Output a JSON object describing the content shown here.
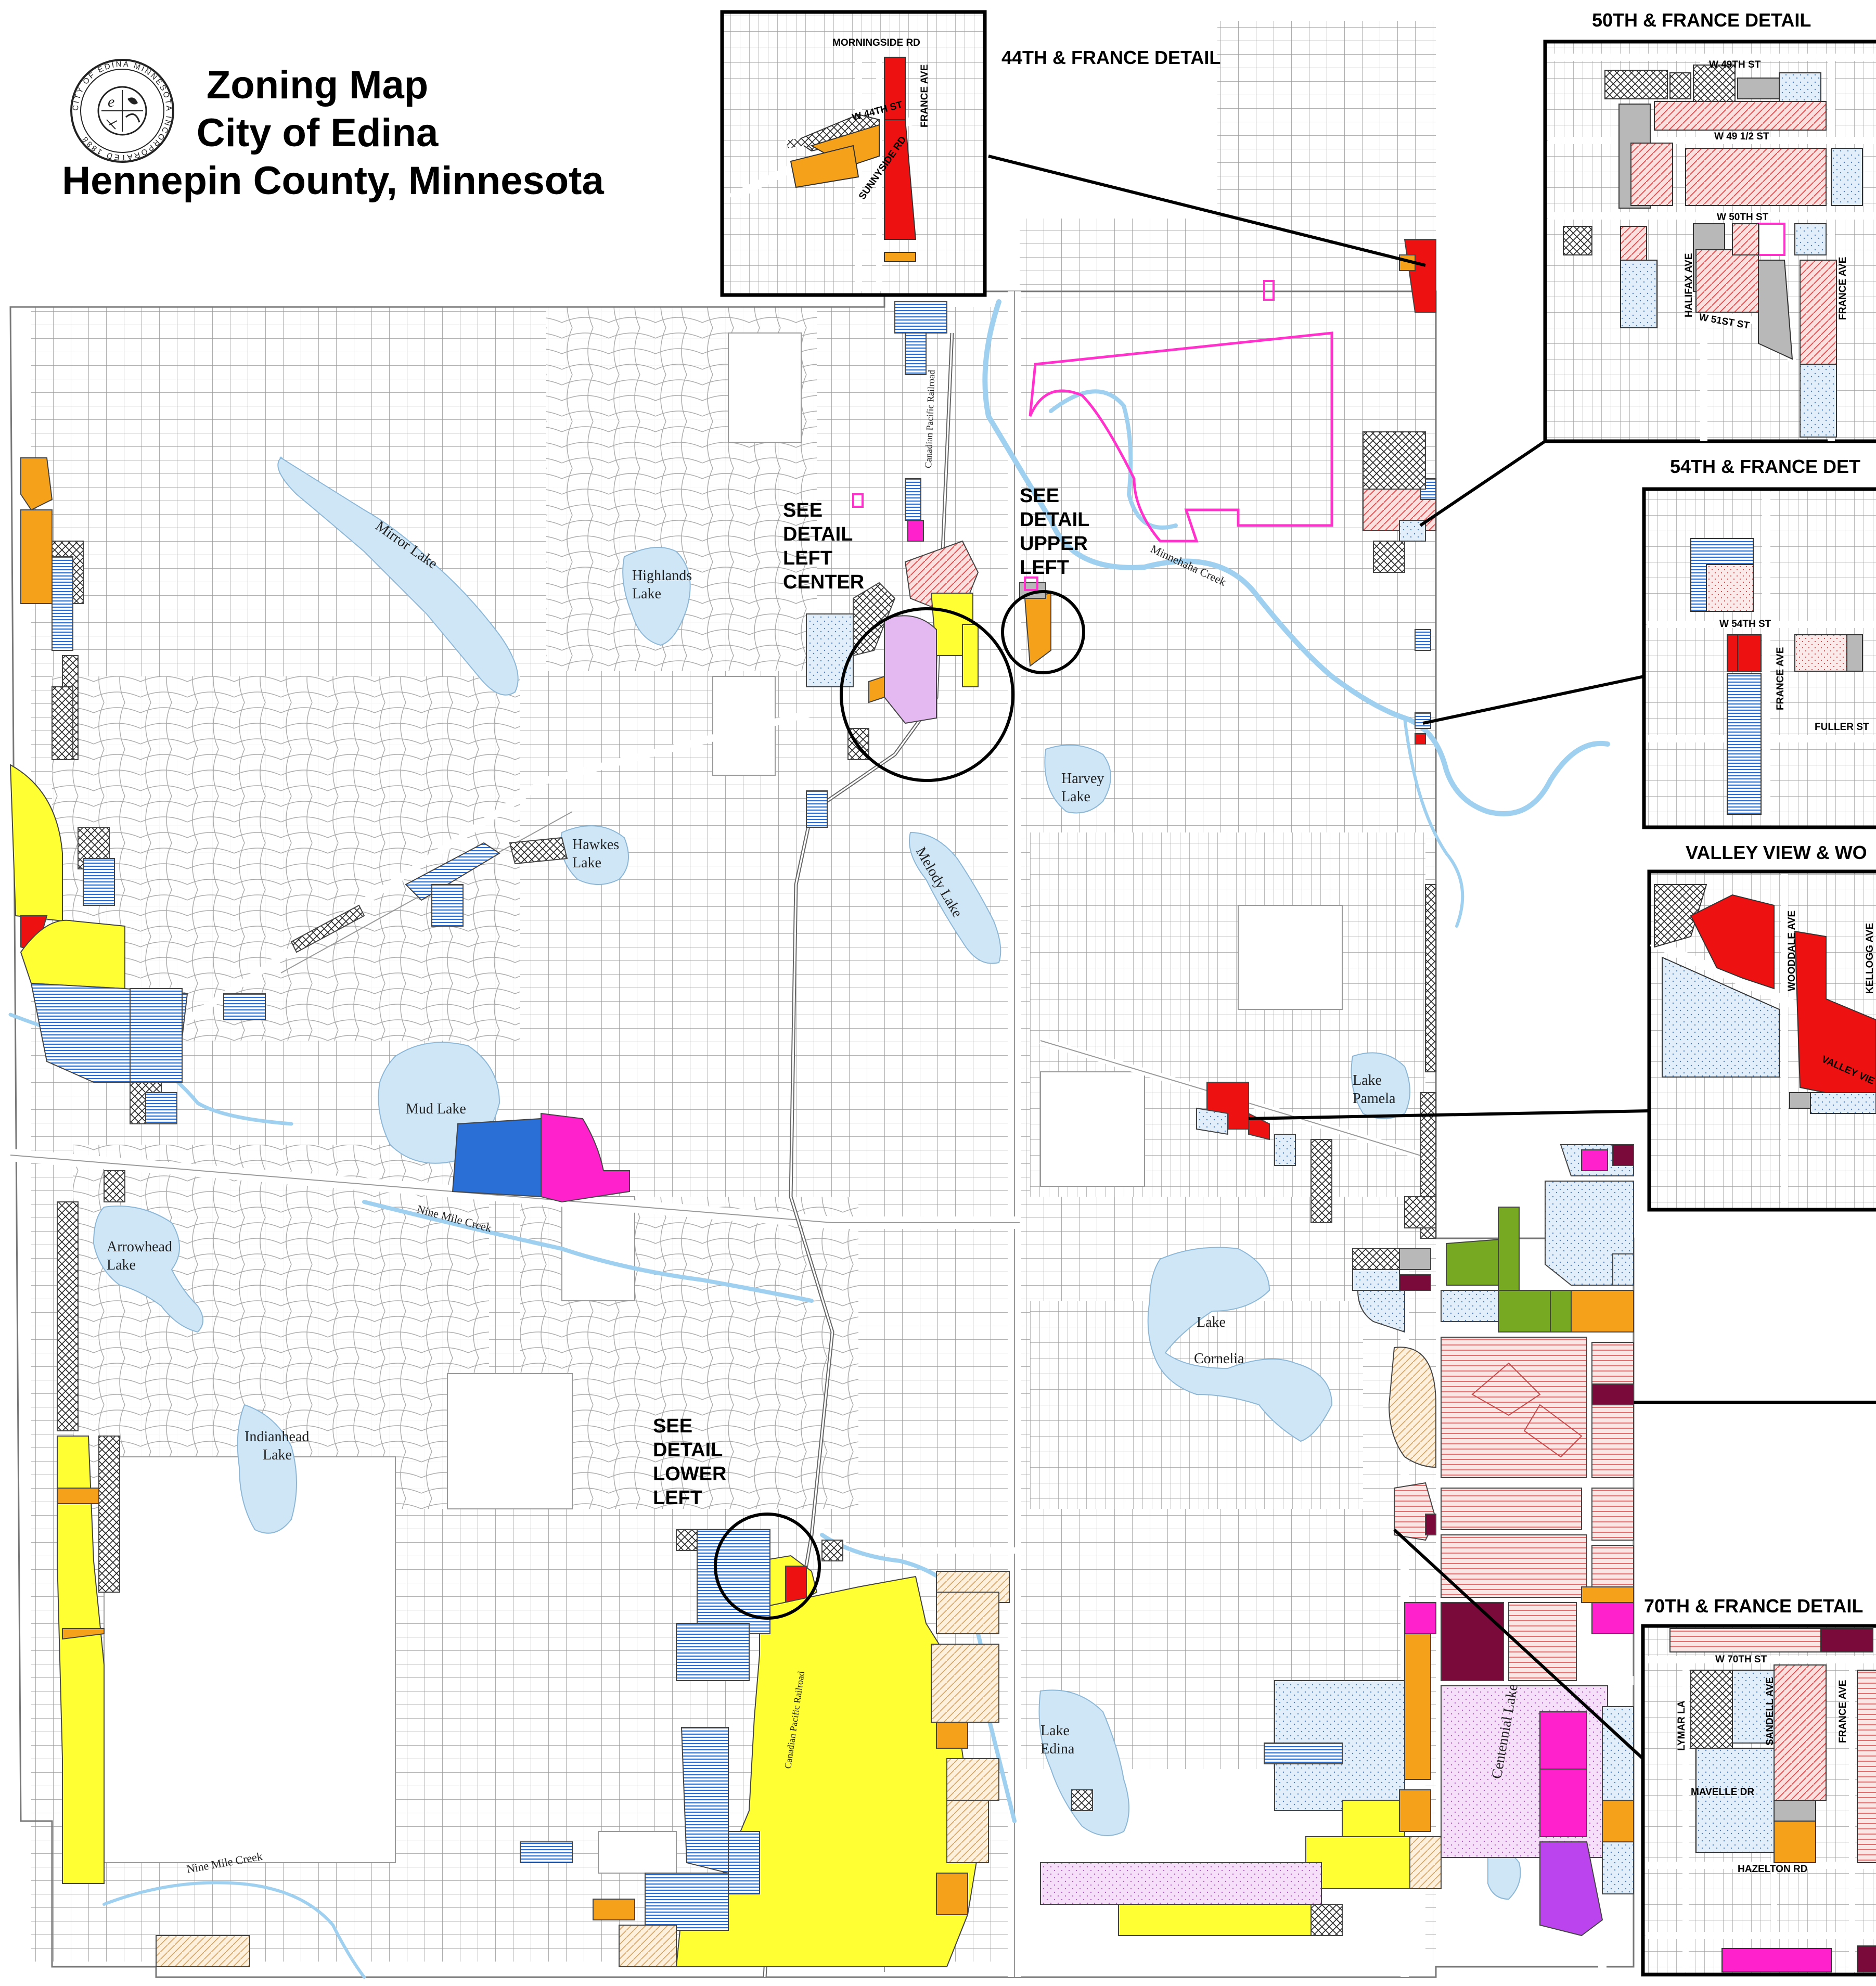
{
  "title": {
    "line1": "Zoning Map",
    "line2": "City of Edina",
    "line3": "Hennepin County, Minnesota"
  },
  "seal_text": "CITY OF EDINA MINNESOTA INCORPORATED 1888",
  "details": {
    "d44": "44TH & FRANCE DETAIL",
    "d50": "50TH & FRANCE DETAIL",
    "d54": "54TH & FRANCE DET",
    "dvv": "VALLEY VIEW & WO",
    "d70": "70TH & FRANCE DETAIL"
  },
  "callouts": {
    "left_center": "SEE\nDETAIL\nLEFT\nCENTER",
    "upper_left": "SEE\nDETAIL\nUPPER\nLEFT",
    "lower_left": "SEE\nDETAIL\nLOWER\nLEFT"
  },
  "lakes": {
    "mirror": "Mirror Lake",
    "highlands_1": "Highlands",
    "highlands_2": "Lake",
    "hawkes_1": "Hawkes",
    "hawkes_2": "Lake",
    "harvey_1": "Harvey",
    "harvey_2": "Lake",
    "melody": "Melody Lake",
    "pamela_1": "Lake",
    "pamela_2": "Pamela",
    "mud": "Mud Lake",
    "arrowhead_1": "Arrowhead",
    "arrowhead_2": "Lake",
    "indianhead_1": "Indianhead",
    "indianhead_2": "Lake",
    "cornelia_1": "Lake",
    "cornelia_2": "Cornelia",
    "edina_1": "Lake",
    "edina_2": "Edina",
    "centennial": "Centennial Lake"
  },
  "creeks": {
    "minnehaha": "Minnehaha Creek",
    "nine_mile_1": "Nine Mile Creek",
    "nine_mile_2": "Nine Mile Creek"
  },
  "railroads": {
    "north": "Canadian Pacific Railroad",
    "south": "Canadian Pacific Railroad"
  },
  "streets_44": {
    "morningside": "MORNINGSIDE RD",
    "w44": "W 44TH ST",
    "france": "FRANCE AVE",
    "sunnyside": "SUNNYSIDE RD"
  },
  "streets_50": {
    "w49": "W 49TH ST",
    "w49half": "W 49 1/2 ST",
    "w50": "W 50TH ST",
    "halifax": "HALIFAX AVE",
    "w51": "W 51ST ST",
    "france": "FRANCE AVE"
  },
  "streets_54": {
    "w54": "W 54TH ST",
    "france": "FRANCE AVE",
    "fuller": "FULLER ST"
  },
  "streets_vv": {
    "woodale": "WOODDALE AVE",
    "kellogg": "KELLOGG AVE",
    "valley": "VALLEY VIE"
  },
  "streets_70": {
    "w70": "W 70TH ST",
    "lymar": "LYMAR LA",
    "sandell": "SANDELL AVE",
    "france": "FRANCE AVE",
    "mavelle": "MAVELLE DR",
    "hazelton": "HAZELTON RD"
  },
  "colors": {
    "single_dwelling": "#ffffff",
    "water": "#cfe6f6",
    "creek": "#9fd0ef",
    "yellow": "#ffff33",
    "orange": "#f5a21a",
    "red": "#ee1111",
    "magenta": "#ff22cc",
    "lavender": "#e4b8f0",
    "purple": "#bb44ee",
    "blue": "#2a6fd6",
    "green": "#77aa22",
    "maroon": "#7a0a3a",
    "tan": "#f6dcb0",
    "pink_commercial": "#f4b3b3",
    "gray": "#b8b8b8",
    "outline": "#ff33cc"
  }
}
